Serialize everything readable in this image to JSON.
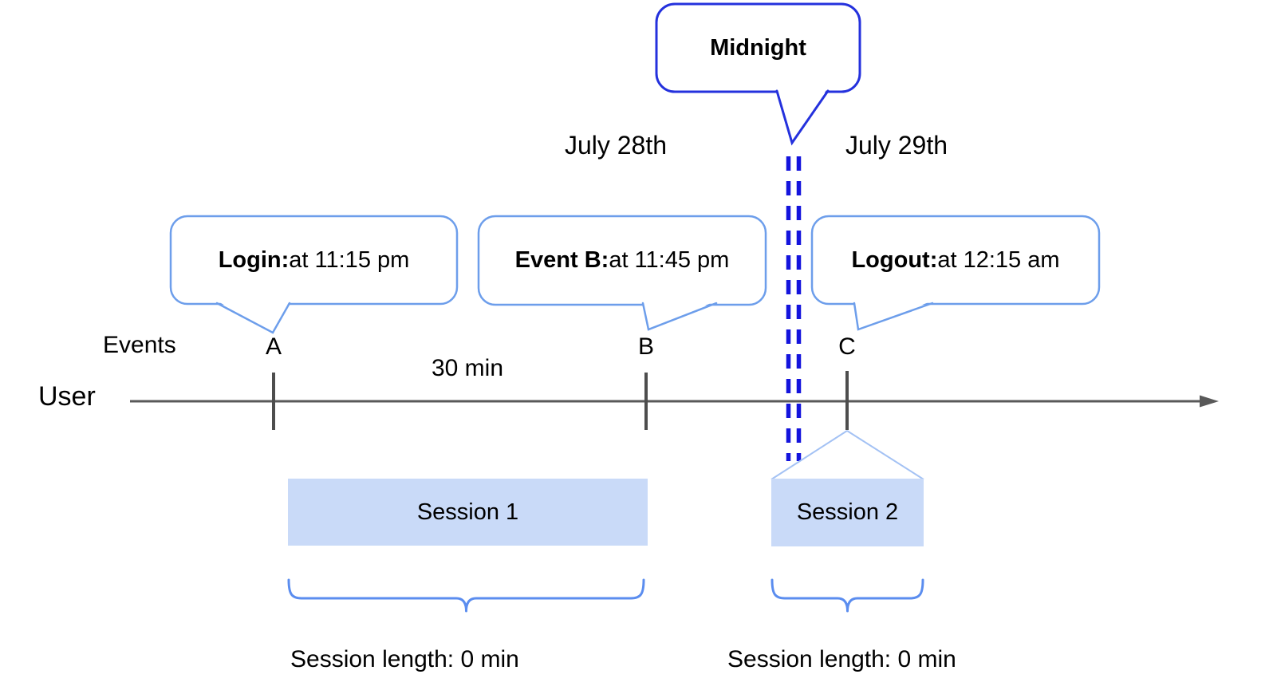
{
  "diagram": {
    "dates": {
      "before": "July 28th",
      "after": "July 29th"
    },
    "midnight": {
      "label": "Midnight"
    },
    "axis": {
      "events_label": "Events",
      "user_label": "User",
      "interval_label": "30 min"
    },
    "ticks": [
      "A",
      "B",
      "C"
    ],
    "bubbles": [
      {
        "event": "A",
        "title": "Login:",
        "detail": " at 11:15 pm"
      },
      {
        "event": "B",
        "title": "Event B:",
        "detail": " at 11:45 pm"
      },
      {
        "event": "C",
        "title": "Logout:",
        "detail": " at 12:15 am"
      }
    ],
    "sessions": [
      {
        "label": "Session 1",
        "length_label": "Session length: 0 min"
      },
      {
        "label": "Session 2",
        "length_label": "Session length: 0 min"
      }
    ],
    "colors": {
      "bubble_border": "#6d9eeb",
      "midnight_border": "#2431dd",
      "dashed_line": "#1414dd",
      "session_fill": "#c9daf8",
      "connector_light": "#a4c2f4",
      "brace": "#5b8def",
      "axis": "#595959",
      "tick": "#4d4d4d",
      "text": "#000000"
    }
  }
}
